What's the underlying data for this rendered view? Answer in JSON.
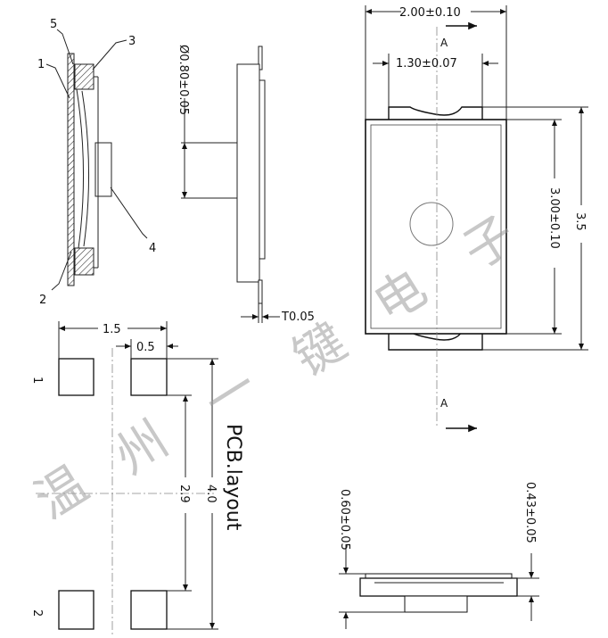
{
  "side_view": {
    "callouts": [
      "5",
      "3",
      "1",
      "4",
      "2"
    ]
  },
  "pin_view": {
    "diameter_label": "Ø0.80±0.05",
    "thickness_label": "T0.05"
  },
  "top_view": {
    "width_label": "2.00±0.10",
    "inner_width_label": "1.30±0.07",
    "body_height_label": "3.00±0.10",
    "total_height_label": "3.5",
    "section_mark": "A"
  },
  "pcb_layout": {
    "title": "PCB.layout",
    "span_label": "1.5",
    "pad_width_label": "0.5",
    "outer_length_label": "4.0",
    "inner_length_label": "2.9",
    "pad_labels": [
      "1",
      "2"
    ]
  },
  "bottom_view": {
    "total_thickness_label": "0.60±0.05",
    "body_thickness_label": "0.43±0.05"
  },
  "watermark": {
    "chars": [
      "温",
      "州",
      "一",
      "键",
      "电",
      "子"
    ]
  }
}
